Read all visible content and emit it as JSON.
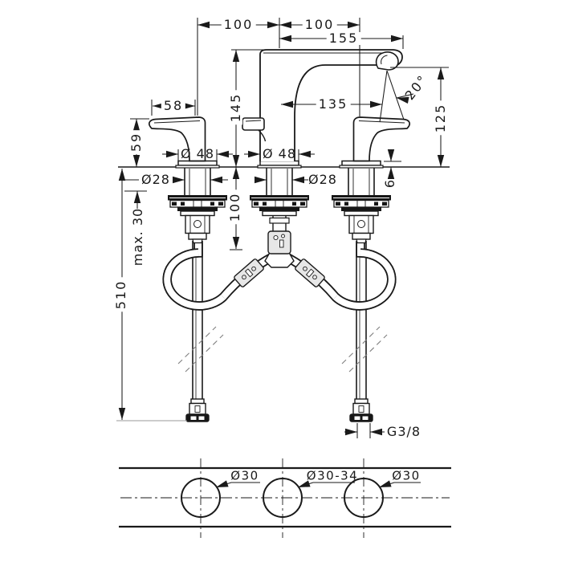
{
  "colors": {
    "line": "#1a1a1a",
    "background": "#ffffff",
    "fitting_fill": "#e7e7e7",
    "hardware_fill": "#161616",
    "light_line": "#999999"
  },
  "front_view": {
    "dimensions": {
      "spread_left": "100",
      "spread_right": "100",
      "spout_reach_total": "155",
      "handle_width": "58",
      "handle_height": "59",
      "spout_height": "145",
      "spout_reach": "135",
      "spray_angle": "20°",
      "outlet_to_deck": "125",
      "escutcheon_diameter_left": "Ø 48",
      "escutcheon_diameter_center": "Ø 48",
      "shank_diameter_left": "Ø28",
      "shank_diameter_center": "Ø28",
      "escutcheon_height": "6",
      "max_counter_thickness": "max. 30",
      "below_deck_clearance": "100",
      "supply_pipe_length": "510",
      "supply_connection": "G3/8"
    }
  },
  "plan_view": {
    "hole_diameter_left": "Ø30",
    "hole_diameter_center": "Ø30-34",
    "hole_diameter_right": "Ø30"
  }
}
